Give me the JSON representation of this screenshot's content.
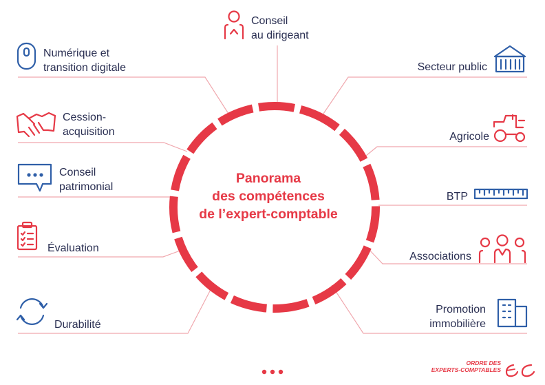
{
  "center": {
    "line1": "Panorama",
    "line2": "des compétences",
    "line3": "de l’expert-comptable"
  },
  "items": {
    "conseil_dirigeant": {
      "line1": "Conseil",
      "line2": "au dirigeant",
      "icon": "person-icon"
    },
    "numerique": {
      "line1": "Numérique et",
      "line2": "transition digitale",
      "icon": "mouse-icon"
    },
    "cession": {
      "line1": "Cession-",
      "line2": "acquisition",
      "icon": "handshake-icon"
    },
    "conseil_patrimonial": {
      "line1": "Conseil",
      "line2": "patrimonial",
      "icon": "chat-bubble-icon"
    },
    "evaluation": {
      "label": "Évaluation",
      "icon": "clipboard-checklist-icon"
    },
    "durabilite": {
      "label": "Durabilité",
      "icon": "cycle-arrows-icon"
    },
    "secteur_public": {
      "label": "Secteur public",
      "icon": "public-building-icon"
    },
    "agricole": {
      "label": "Agricole",
      "icon": "tractor-icon"
    },
    "btp": {
      "label": "BTP",
      "icon": "ruler-icon"
    },
    "associations": {
      "label": "Associations",
      "icon": "group-people-icon"
    },
    "promotion": {
      "line1": "Promotion",
      "line2": "immobilière",
      "icon": "office-building-icon"
    },
    "more": {
      "icon": "ellipsis-icon"
    }
  },
  "logo": {
    "line1": "ORDRE DES",
    "line2": "EXPERTS-COMPTABLES"
  },
  "colors": {
    "accent": "#e63946",
    "text": "#2a2f52",
    "line": "#f0a0a6"
  }
}
